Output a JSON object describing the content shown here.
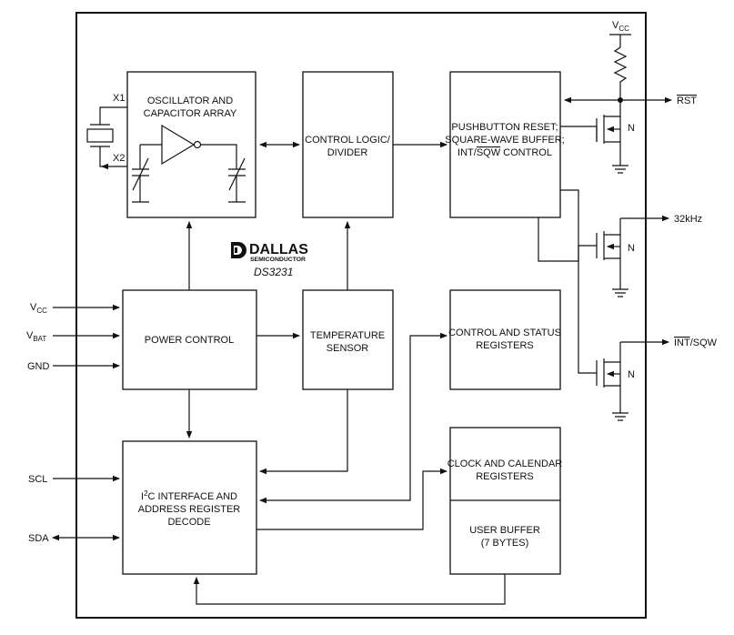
{
  "chip": {
    "brand": "DALLAS",
    "brand_sub": "SEMICONDUCTOR",
    "part": "DS3231"
  },
  "blocks": {
    "oscillator": [
      "OSCILLATOR AND",
      "CAPACITOR ARRAY"
    ],
    "control_logic": [
      "CONTROL LOGIC/",
      "DIVIDER"
    ],
    "pushbutton": [
      "PUSHBUTTON RESET;",
      "SQUARE-WAVE BUFFER;"
    ],
    "pushbutton_ctrl_pre": "INT/",
    "pushbutton_ctrl_ov": "SQW",
    "pushbutton_ctrl_post": " CONTROL",
    "power_control": "POWER CONTROL",
    "temp_sensor": [
      "TEMPERATURE",
      "SENSOR"
    ],
    "control_status": [
      "CONTROL AND STATUS",
      "REGISTERS"
    ],
    "i2c_l1_a": "I",
    "i2c_l1_sup": "2",
    "i2c_l1_b": "C INTERFACE AND",
    "i2c_lines": [
      "ADDRESS REGISTER",
      "DECODE"
    ],
    "clock_calendar": [
      "CLOCK AND CALENDAR",
      "REGISTERS"
    ],
    "user_buffer": [
      "USER BUFFER",
      "(7 BYTES)"
    ]
  },
  "pins": {
    "x1": "X1",
    "x2": "X2",
    "vcc_main": "V",
    "vcc_main_sub": "CC",
    "vbat": "V",
    "vbat_sub": "BAT",
    "gnd": "GND",
    "scl": "SCL",
    "sda": "SDA",
    "vcc_top": "V",
    "vcc_top_sub": "CC",
    "rst": "RST",
    "khz": "32kHz",
    "int_sqw_ov": "INT",
    "int_sqw_rest": "/SQW",
    "n1": "N",
    "n2": "N",
    "n3": "N"
  }
}
